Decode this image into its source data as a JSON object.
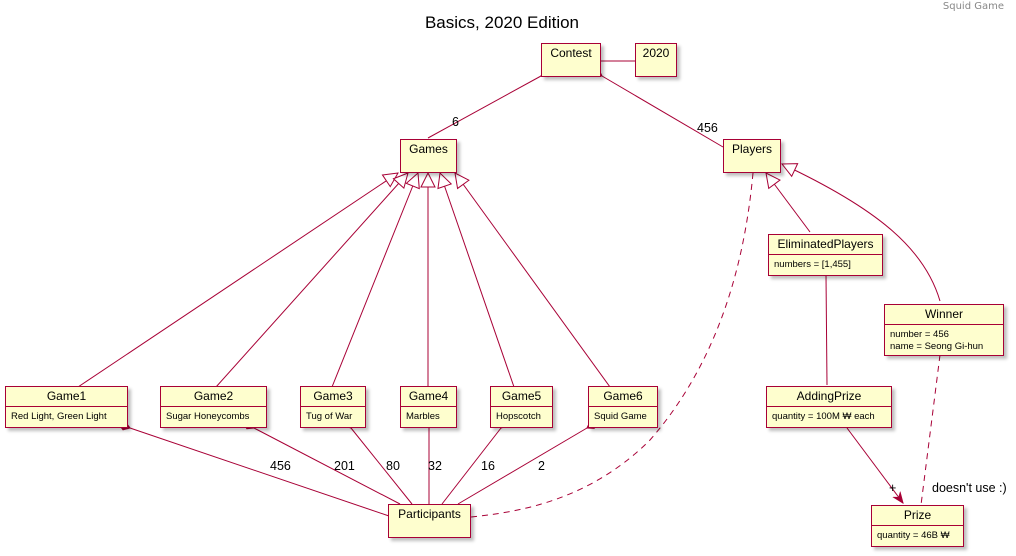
{
  "header": "Squid Game",
  "title": "Basics, 2020 Edition",
  "objects": {
    "contest": {
      "name": "Contest"
    },
    "year": {
      "name": "2020"
    },
    "games": {
      "name": "Games"
    },
    "players": {
      "name": "Players"
    },
    "eliminated": {
      "name": "EliminatedPlayers",
      "attrs": [
        "numbers = [1,455]"
      ]
    },
    "winner": {
      "name": "Winner",
      "attrs": [
        "number = 456",
        "name = Seong Gi-hun"
      ]
    },
    "game1": {
      "name": "Game1",
      "attrs": [
        "Red Light, Green Light"
      ]
    },
    "game2": {
      "name": "Game2",
      "attrs": [
        "Sugar Honeycombs"
      ]
    },
    "game3": {
      "name": "Game3",
      "attrs": [
        "Tug of War"
      ]
    },
    "game4": {
      "name": "Game4",
      "attrs": [
        "Marbles"
      ]
    },
    "game5": {
      "name": "Game5",
      "attrs": [
        "Hopscotch"
      ]
    },
    "game6": {
      "name": "Game6",
      "attrs": [
        "Squid Game"
      ]
    },
    "adding": {
      "name": "AddingPrize",
      "attrs": [
        "quantity = 100M ₩ each"
      ]
    },
    "prize": {
      "name": "Prize",
      "attrs": [
        "quantity = 46B ₩"
      ]
    },
    "participants": {
      "name": "Participants"
    }
  },
  "labels": {
    "games_mult": "6",
    "players_mult": "456",
    "g1": "456",
    "g2": "201",
    "g3": "80",
    "g4": "32",
    "g5": "16",
    "g6": "2",
    "plus": "+",
    "note": "doesn't use :)"
  },
  "colors": {
    "border": "#A80036",
    "fill": "#FEFECE"
  }
}
